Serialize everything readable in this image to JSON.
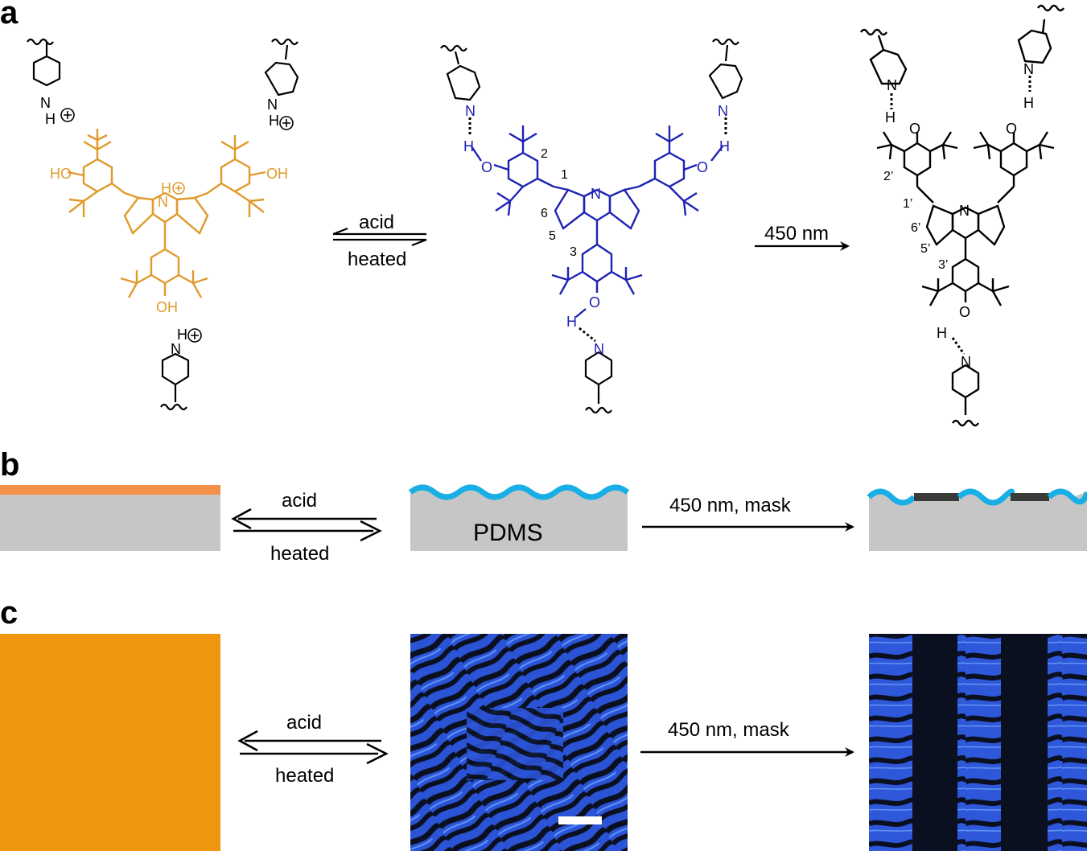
{
  "panels": {
    "a": {
      "letter": "a"
    },
    "b": {
      "letter": "b"
    },
    "c": {
      "letter": "c"
    }
  },
  "colors": {
    "orange_molecule": "#E09A2B",
    "blue_molecule": "#1E22B4",
    "black": "#000000",
    "film_orange": "#F3914A",
    "pdms_gray": "#C6C6C6",
    "wrinkle_cyan": "#18AEE6",
    "mask_dark": "#3A3A3A",
    "photo_orange": "#F0960E",
    "photo_blue": "#2B53D6",
    "photo_dark": "#0A1020"
  },
  "panel_a": {
    "left_molecule": {
      "atoms": {
        "ho_left": "HO",
        "oh_right": "OH",
        "oh_bottom": "OH",
        "n_center": "N",
        "h_center": "H"
      },
      "pyridinium": [
        {
          "n": "N",
          "h": "H"
        },
        {
          "n": "N",
          "h": "H"
        },
        {
          "n": "N",
          "h": "H"
        }
      ]
    },
    "arrow_left": {
      "top_label": "acid",
      "bottom_label": "heated"
    },
    "middle_molecule": {
      "atoms": {
        "n_center": "N",
        "o_left": "O",
        "h_left": "H",
        "o_right": "O",
        "h_right": "H",
        "o_bottom": "O",
        "h_bottom": "H"
      },
      "numbers": {
        "n1": "1",
        "n2": "2",
        "n3": "3",
        "n5": "5",
        "n6": "6"
      },
      "pyridines": {
        "n_left": "N",
        "n_right": "N",
        "n_bottom": "N"
      }
    },
    "arrow_right": {
      "label": "450 nm"
    },
    "right_molecule": {
      "atoms": {
        "n_center": "N",
        "o_left": "O",
        "h_left": "H",
        "o_right": "O",
        "h_right": "H",
        "o_bottom": "O",
        "h_bottom": "H"
      },
      "numbers": {
        "n1": "1’",
        "n2": "2’",
        "n3": "3’",
        "n5": "5’",
        "n6": "6’"
      },
      "pyridines": {
        "n_left": "N",
        "n_right": "N",
        "n_bottom": "N"
      }
    }
  },
  "panel_b": {
    "arrow_left": {
      "top_label": "acid",
      "bottom_label": "heated"
    },
    "substrate_label": "PDMS",
    "arrow_right": {
      "label": "450 nm, mask"
    }
  },
  "panel_c": {
    "arrow_left": {
      "top_label": "acid",
      "bottom_label": "heated"
    },
    "arrow_right": {
      "label": "450 nm, mask"
    }
  }
}
